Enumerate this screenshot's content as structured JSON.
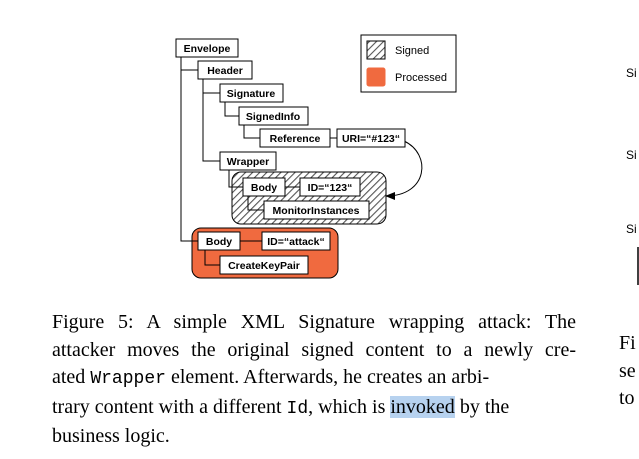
{
  "diagram": {
    "nodes": {
      "envelope": "Envelope",
      "header": "Header",
      "signature": "Signature",
      "signedinfo": "SignedInfo",
      "reference": "Reference",
      "uri": "URI=“#123“",
      "wrapper": "Wrapper",
      "body_signed": "Body",
      "id_123": "ID=“123“",
      "monitor": "MonitorInstances",
      "body_processed": "Body",
      "id_attack": "ID=“attack“",
      "createkeypair": "CreateKeyPair"
    },
    "legend": {
      "signed": "Signed",
      "processed": "Processed"
    },
    "colors": {
      "processed": "#f06a3f",
      "hatch": "#555555"
    }
  },
  "right_column": {
    "fragments": [
      "Si",
      "Si",
      "Si"
    ],
    "caption_fragments": [
      "Fi",
      "se",
      "to"
    ]
  },
  "caption": {
    "l1": "Figure 5: A simple XML Signature wrapping attack: The",
    "l2": "attacker moves the original signed content to a newly cre-",
    "l3a": "ated ",
    "l3code": "Wrapper",
    "l3b": " element.  Afterwards, he creates an arbi-",
    "l4a": "trary content with a different ",
    "l4code": "Id",
    "l4b": ", which is ",
    "l4hl": "invoked",
    "l4c": " by the",
    "l5": "business logic."
  }
}
